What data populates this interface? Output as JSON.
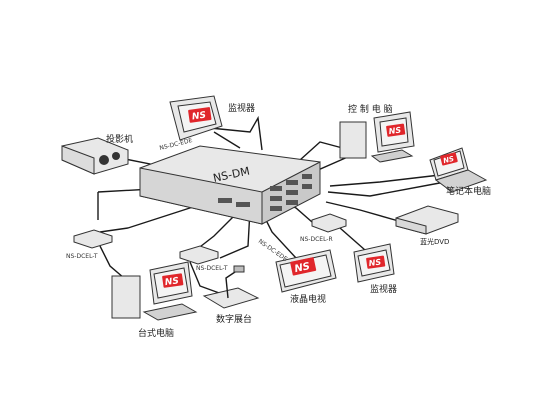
{
  "diagram": {
    "main_unit": {
      "label": "NS-DM"
    },
    "logo_text": "NS",
    "devices": {
      "projector": {
        "label": "投影机"
      },
      "monitor_top": {
        "label": "监视器"
      },
      "control_pc": {
        "label": "控 制 电 脑"
      },
      "laptop": {
        "label": "笔记本电脑"
      },
      "dvd": {
        "label": "蓝光DVD"
      },
      "monitor_right": {
        "label": "监视器"
      },
      "lcd_tv": {
        "label": "液晶电视"
      },
      "visualizer": {
        "label": "数字展台"
      },
      "desktop_pc": {
        "label": "台式电脑"
      }
    },
    "converters": {
      "left": {
        "label": "NS-DCEL-T"
      },
      "center": {
        "label": "NS-DCEL-T"
      },
      "right": {
        "label": "NS-DCEL-R"
      }
    },
    "cable_labels": {
      "projector_link": "NS-DC-EDE",
      "lcd_link": "NS-DC-EDE"
    }
  }
}
